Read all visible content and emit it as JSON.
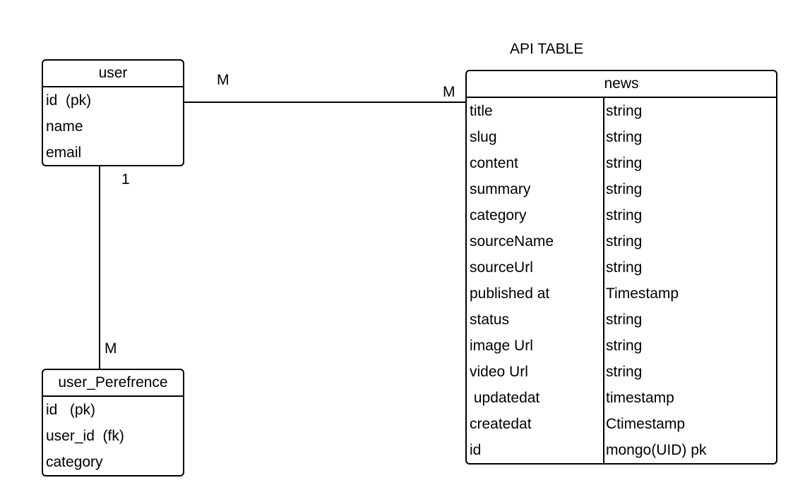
{
  "title": "API TABLE",
  "entities": {
    "user": {
      "name": "user",
      "fields": [
        "id  (pk)",
        "name",
        "email"
      ]
    },
    "user_preference": {
      "name": "user_Perefrence",
      "fields": [
        "id   (pk)",
        "user_id  (fk)",
        "category"
      ]
    },
    "news": {
      "name": "news",
      "fields": [
        {
          "name": "title",
          "type": "string"
        },
        {
          "name": "slug",
          "type": "string"
        },
        {
          "name": "content",
          "type": "string"
        },
        {
          "name": "summary",
          "type": "string"
        },
        {
          "name": "category",
          "type": "string"
        },
        {
          "name": "sourceName",
          "type": "string"
        },
        {
          "name": "sourceUrl",
          "type": "string"
        },
        {
          "name": "published at",
          "type": "Timestamp"
        },
        {
          "name": "status",
          "type": "string"
        },
        {
          "name": "image Url",
          "type": "string"
        },
        {
          "name": "video Url",
          "type": "string"
        },
        {
          "name": " updatedat",
          "type": "timestamp"
        },
        {
          "name": "createdat",
          "type": "Ctimestamp"
        },
        {
          "name": "id",
          "type": "mongo(UID) pk"
        }
      ]
    }
  },
  "relationships": {
    "user_news": {
      "user_end": "M",
      "news_end": "M"
    },
    "user_pref": {
      "user_end": "1",
      "pref_end": "M"
    }
  }
}
